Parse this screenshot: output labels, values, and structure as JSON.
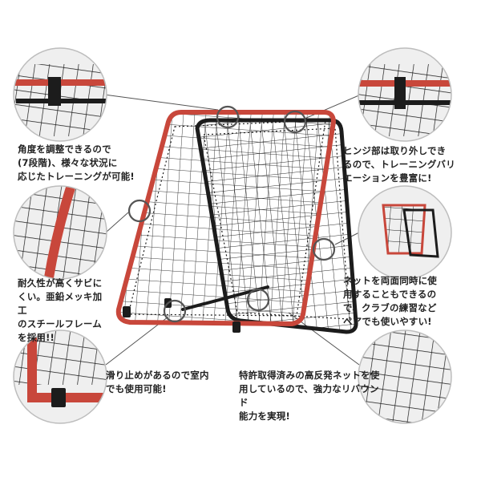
{
  "features": {
    "angle": "角度を調整できるので\n(7段階)、様々な状況に\n応じたトレーニングが可能!",
    "hinge": "ヒンジ部は取り外しでき\nるので、トレーニングバリ\nエーションを豊富に!",
    "durable": "耐久性が高くサビに\nくい。亜鉛メッキ加工\nのスチールフレーム\nを採用!!",
    "double_side": "ネットを両面同時に使\n用することもできるの\nで、クラブの練習など\nペアでも使いやすい!",
    "nonslip": "滑り止めがあるので室内\nでも使用可能!",
    "patent_net": "特許取得済みの高反発ネットを使\n用しているので、強力なリバウンド\n能力を実現!"
  },
  "colors": {
    "frame_red": "#c8473b",
    "frame_black": "#1c1c1c",
    "net": "#1a1a1a",
    "leader": "#555555",
    "circle_bg": "#efefef"
  }
}
